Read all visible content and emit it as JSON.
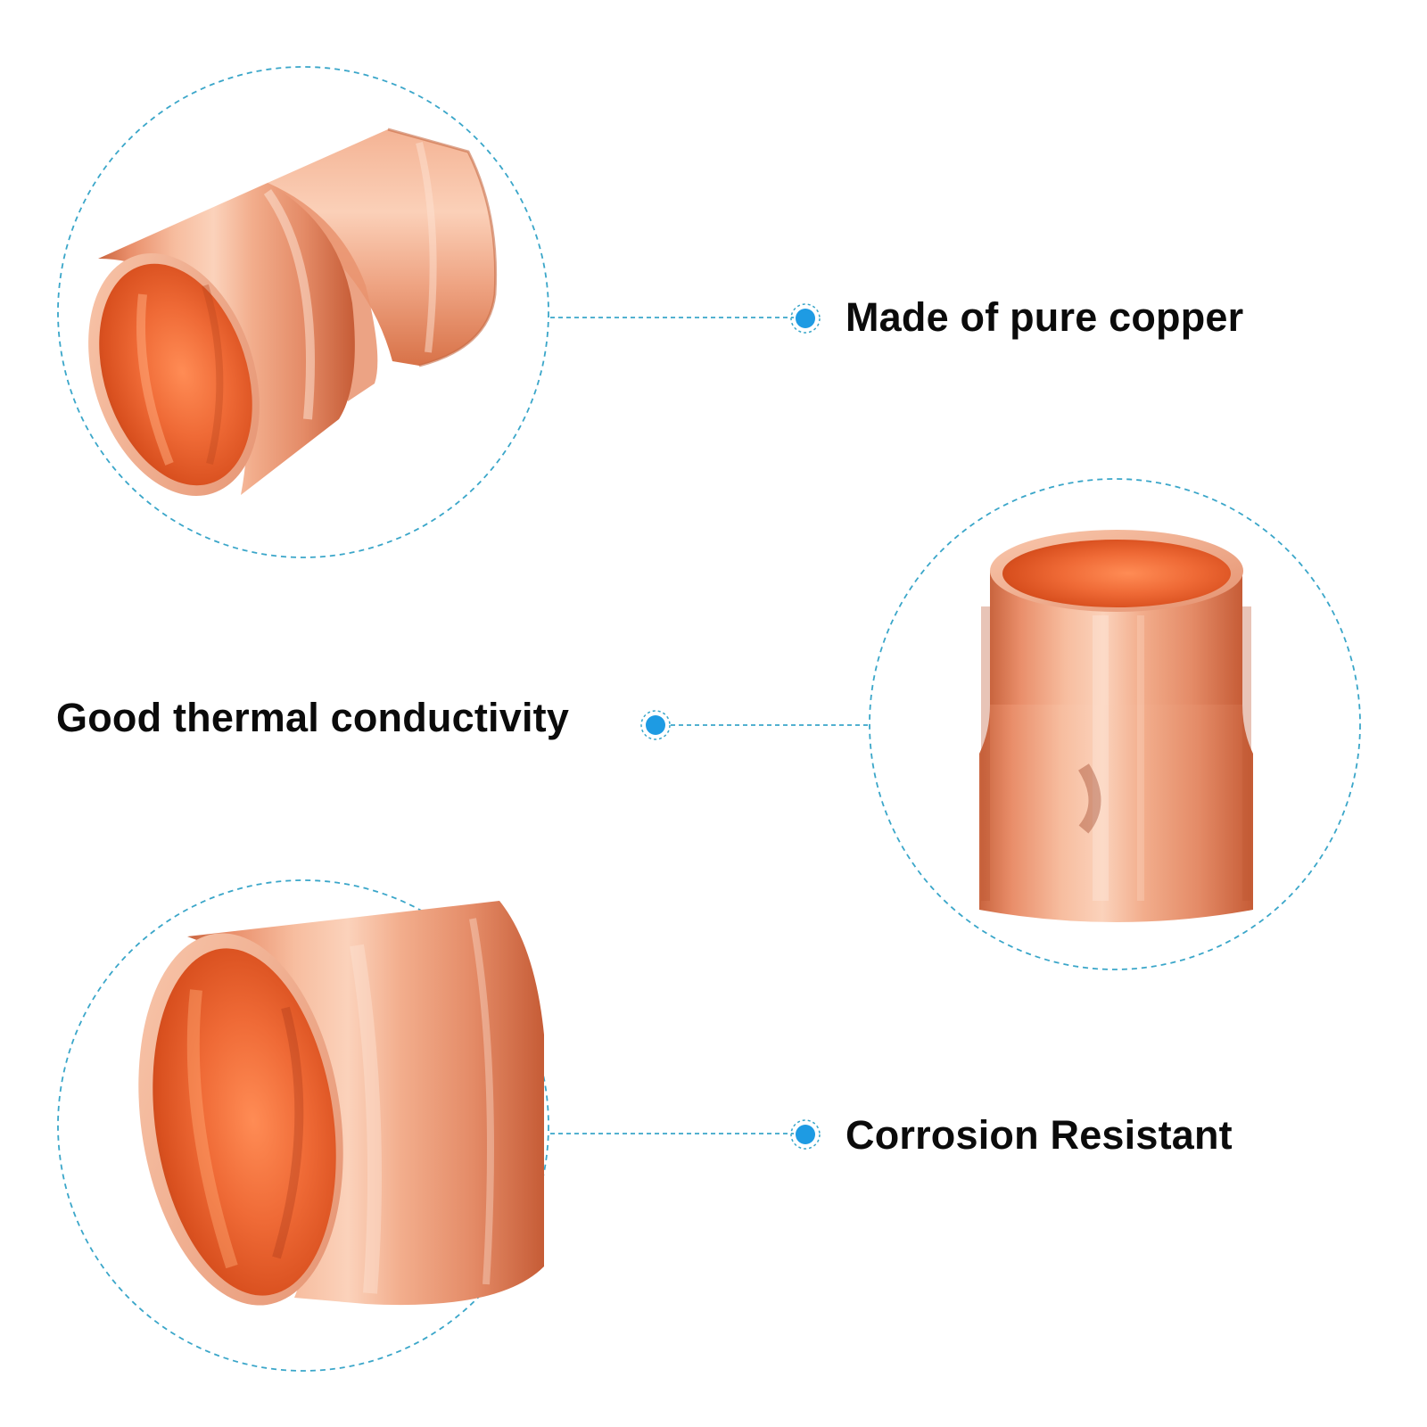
{
  "features": [
    {
      "label": "Made of pure copper"
    },
    {
      "label": "Good thermal conductivity"
    },
    {
      "label": "Corrosion Resistant"
    }
  ],
  "colors": {
    "background": "#ffffff",
    "accent_dot": "#1e9be3",
    "dashed_line": "#3aa6c9",
    "label_text": "#0b0b0b",
    "copper_light": "#f6b79a",
    "copper_mid": "#e48a66",
    "copper_dark": "#c45a35",
    "copper_inner": "#e8592c"
  },
  "icons": {
    "callout_dot": "filled-circle-icon",
    "product_photo": "copper-reducer-fitting"
  }
}
